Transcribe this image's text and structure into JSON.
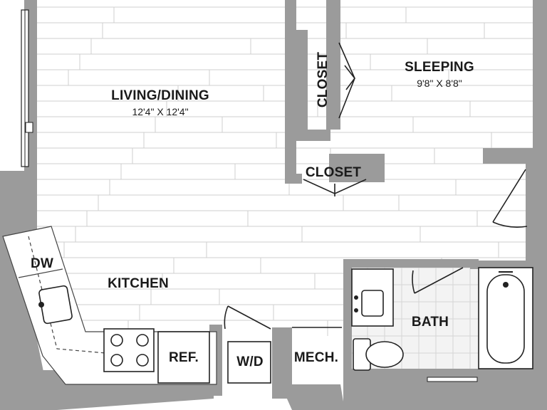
{
  "rooms": {
    "living_dining": {
      "name": "LIVING/DINING",
      "dimensions": "12'4\" X 12'4\""
    },
    "sleeping": {
      "name": "SLEEPING",
      "dimensions": "9'8\" X 8'8\""
    },
    "closet_sleeping": {
      "name": "CLOSET"
    },
    "closet_hall": {
      "name": "CLOSET"
    },
    "kitchen": {
      "name": "KITCHEN"
    },
    "bath": {
      "name": "BATH"
    }
  },
  "fixtures": {
    "dishwasher": "DW",
    "refrigerator": "REF.",
    "washer_dryer": "W/D",
    "mechanical": "MECH."
  },
  "colors": {
    "wall": "#9b9b9b",
    "floor_lines": "#cfcfcf",
    "background": "#ffffff"
  }
}
